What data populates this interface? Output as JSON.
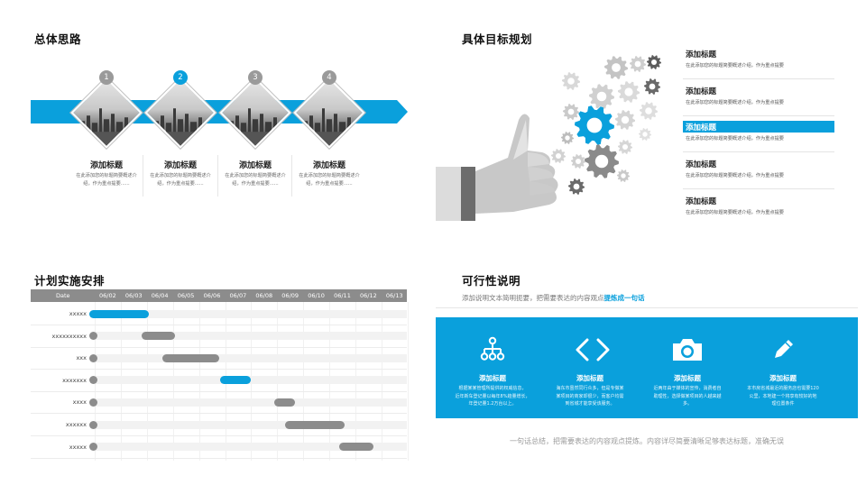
{
  "overall": {
    "title": "总体思路",
    "steps": [
      {
        "num": "1",
        "title": "添加标题",
        "desc1": "在此添加您的标题简要概述介",
        "desc2": "绍，作为重点提要......"
      },
      {
        "num": "2",
        "title": "添加标题",
        "desc1": "在此添加您的标题简要概述介",
        "desc2": "绍，作为重点提要......"
      },
      {
        "num": "3",
        "title": "添加标题",
        "desc1": "在此添加您的标题简要概述介",
        "desc2": "绍，作为重点提要......"
      },
      {
        "num": "4",
        "title": "添加标题",
        "desc1": "在此添加您的标题简要概述介",
        "desc2": "绍，作为重点提要......"
      }
    ],
    "active_step": 2
  },
  "goals": {
    "title": "具体目标规划",
    "items": [
      {
        "title": "添加标题",
        "desc": "在此添加您的标题简要概述介绍，作为重点提要"
      },
      {
        "title": "添加标题",
        "desc": "在此添加您的标题简要概述介绍，作为重点提要"
      },
      {
        "title": "添加标题",
        "desc": "在此添加您的标题简要概述介绍，作为重点提要"
      },
      {
        "title": "添加标题",
        "desc": "在此添加您的标题简要概述介绍，作为重点提要"
      },
      {
        "title": "添加标题",
        "desc": "在此添加您的标题简要概述介绍，作为重点提要"
      }
    ],
    "highlight_index": 2
  },
  "plan": {
    "title": "计划实施安排",
    "header_label": "Date",
    "dates": [
      "06/02",
      "06/03",
      "06/04",
      "06/05",
      "06/06",
      "06/07",
      "06/08",
      "06/09",
      "06/10",
      "06/11",
      "06/12",
      "06/13"
    ],
    "tasks": [
      {
        "label": "xxxxx",
        "start": 0,
        "end": 2.3,
        "highlight": true
      },
      {
        "label": "xxxxxxxxxx",
        "start": 2.0,
        "end": 3.3,
        "highlight": false
      },
      {
        "label": "xxx",
        "start": 2.8,
        "end": 5.0,
        "highlight": false
      },
      {
        "label": "xxxxxxx",
        "start": 5.0,
        "end": 6.2,
        "highlight": true
      },
      {
        "label": "xxxx",
        "start": 7.1,
        "end": 7.9,
        "highlight": false
      },
      {
        "label": "xxxxxx",
        "start": 7.5,
        "end": 9.8,
        "highlight": false
      },
      {
        "label": "xxxxx",
        "start": 9.6,
        "end": 10.9,
        "highlight": false
      }
    ]
  },
  "feasibility": {
    "title": "可行性说明",
    "subtitle_plain": "添加说明文本简明扼要，把需要表达的内容观点",
    "subtitle_bold": "提炼成一句话",
    "features": [
      {
        "icon": "hierarchy-icon",
        "title": "添加标题",
        "lines": [
          "根据某某管理所提供的权威信息，",
          "近年新车登记量以每年8%趋量增长，",
          "年登记量1.2万台以上。"
        ]
      },
      {
        "icon": "code-brackets-icon",
        "title": "添加标题",
        "lines": [
          "海东市虽然同行众多，但是专做某",
          "某项目的商家却很少，而客户均需",
          "到省城才能享受该服务。"
        ]
      },
      {
        "icon": "camera-icon",
        "title": "添加标题",
        "lines": [
          "近两年由于媒体的宣传，消费者自",
          "助理性，选择做某项目的人越来越",
          "多。"
        ]
      },
      {
        "icon": "pencil-icon",
        "title": "添加标题",
        "lines": [
          "本市房省城最近的服务店也需要120",
          "公里，本地建一个将享有较好的地",
          "理位置条件"
        ]
      }
    ],
    "footer": "一句话总结，把需要表达的内容观点提炼。内容详尽简要清晰足够表达标题，准确无误"
  },
  "colors": {
    "accent": "#0aa0dc",
    "gray": "#8c8c8c"
  }
}
